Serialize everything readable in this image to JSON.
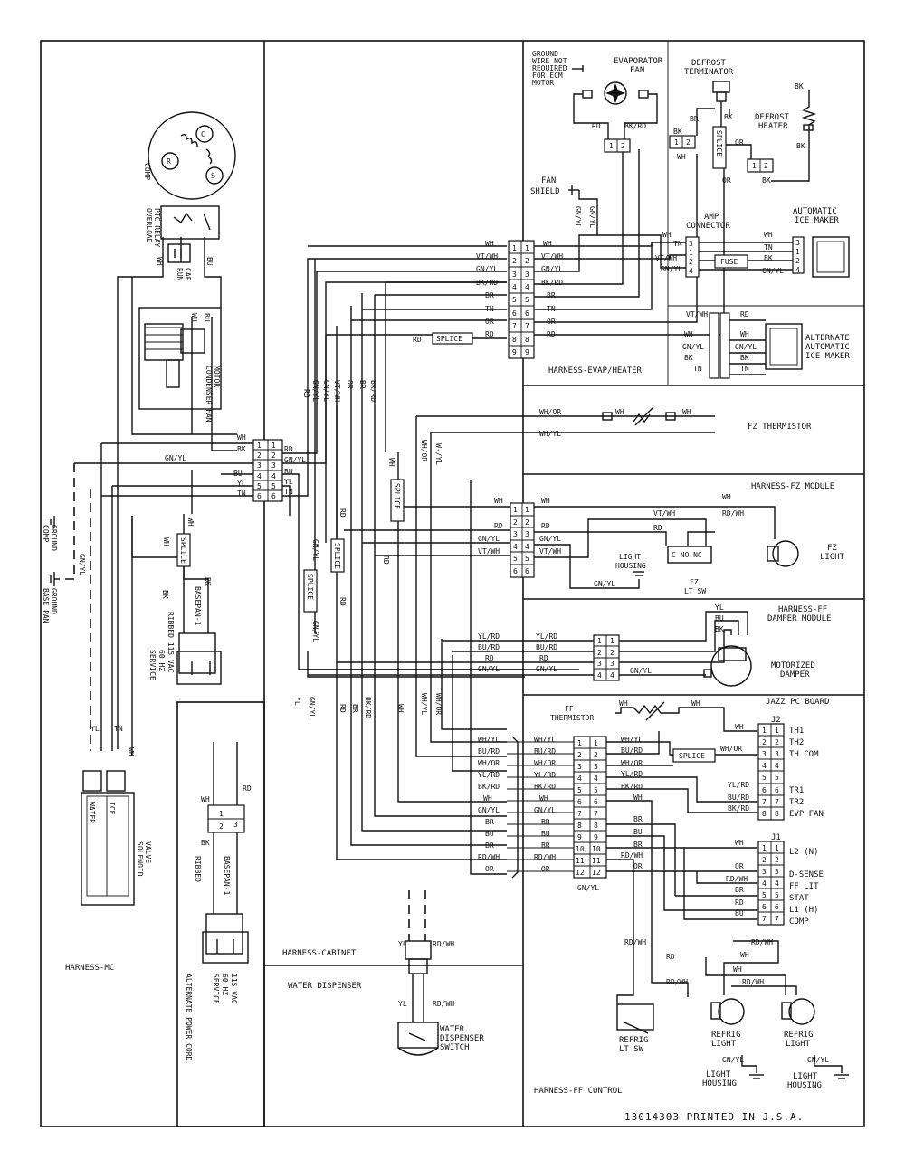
{
  "footer": {
    "part_number": "13014303  PRINTED  IN  J.S.A."
  },
  "sections": {
    "harness_evap_heater": "HARNESS-EVAP/HEATER",
    "fz_thermistor": "FZ THERMISTOR",
    "harness_fz_module": "HARNESS-FZ MODULE",
    "harness_ff_damper": [
      "HARNESS-FF",
      "DAMPER MODULE"
    ],
    "jazz_pc_board": "JAZZ PC BOARD",
    "harness_cabinet": "HARNESS-CABINET",
    "water_dispenser": "WATER DISPENSER",
    "harness_ff_control": "HARNESS-FF CONTROL",
    "harness_mc": "HARNESS-MC"
  },
  "components": {
    "comp": "COMP",
    "overload_relay": [
      "OVERLOAD",
      "PTC RELAY"
    ],
    "run_cap": [
      "RUN",
      "CAP"
    ],
    "condenser_fan_motor": [
      "CONDENSER FAN",
      "MOTOR"
    ],
    "comp_ground": [
      "COMP",
      "GROUND"
    ],
    "base_pan_ground": [
      "BASE PAN",
      "GROUND"
    ],
    "service_cord": [
      "BASEPAN-1",
      "RIBBED 115 VAC",
      "60 HZ",
      "SERVICE"
    ],
    "solenoid_valve": [
      "SOLENOID",
      "VALVE"
    ],
    "water": "WATER",
    "ice": "ICE",
    "alt_power_cord": [
      "BASEPAN-1",
      "RIBBED",
      "115 VAC",
      "60 HZ",
      "SERVICE",
      "ALTERNATE POWER CORD"
    ],
    "ground_note": [
      "GROUND",
      "WIRE NOT",
      "REQUIRED",
      "FOR ECM",
      "MOTOR"
    ],
    "evaporator_fan": [
      "EVAPORATOR",
      "FAN"
    ],
    "defrost_terminator": [
      "DEFROST",
      "TERMINATOR"
    ],
    "defrost_heater": [
      "DEFROST",
      "HEATER"
    ],
    "fan_shield": [
      "FAN",
      "SHIELD"
    ],
    "amp_connector": [
      "AMP",
      "CONNECTOR"
    ],
    "automatic_ice_maker": [
      "AUTOMATIC",
      "ICE MAKER"
    ],
    "alternate_ice_maker": [
      "ALTERNATE",
      "AUTOMATIC",
      "ICE MAKER"
    ],
    "fuse": "FUSE",
    "fz_light": [
      "FZ",
      "LIGHT"
    ],
    "fz_lt_sw": [
      "FZ",
      "LT SW"
    ],
    "light_housing": [
      "LIGHT",
      "HOUSING"
    ],
    "c_no_nc": "C NO NC",
    "motorized_damper": [
      "MOTORIZED",
      "DAMPER"
    ],
    "ff_thermistor": [
      "FF",
      "THERMISTOR"
    ],
    "water_dispenser_switch": [
      "WATER",
      "DISPENSER",
      "SWITCH"
    ],
    "refrig_lt_sw": [
      "REFRIG",
      "LT SW"
    ],
    "refrig_light_1": [
      "REFRIG",
      "LIGHT"
    ],
    "refrig_light_2": [
      "REFRIG",
      "LIGHT"
    ],
    "splice": "SPLICE"
  },
  "board": {
    "j2_label": "J2",
    "j1_label": "J1",
    "j2_pins": [
      "TH1",
      "TH2",
      "TH COM",
      "",
      "",
      "TR1",
      "TR2",
      "EVP FAN"
    ],
    "j1_pins": [
      "L2 (N)",
      "",
      "D-SENSE",
      "FF LIT",
      "STAT",
      "L1 (H)",
      "COMP"
    ]
  },
  "wires": {
    "evap_left": [
      "WH",
      "VT/WH",
      "GN/YL",
      "BK/RD",
      "BR",
      "TN",
      "OR",
      "RD",
      ""
    ],
    "evap_right": [
      "WH",
      "VT/WH",
      "GN/YL",
      "BK/RD",
      "BR",
      "TN",
      "OR",
      "RD",
      ""
    ],
    "mc_left": [
      "WH",
      "BK",
      "GN/YL",
      "BU",
      "YL",
      "TN"
    ],
    "mc_right": [
      "",
      "RD",
      "GN/YL",
      "BU",
      "YL",
      "TN"
    ],
    "fz_left": [
      "WH",
      "",
      "RD",
      "GN/YL",
      "VT/WH",
      ""
    ],
    "fz_right": [
      "WH",
      "",
      "RD",
      "GN/YL",
      "VT/WH",
      ""
    ],
    "damper_left": [
      "YL/RD",
      "BU/RD",
      "RD",
      "GN/YL"
    ],
    "damper_right": [
      "YL/RD",
      "BU/RD",
      "RD",
      "GN/YL"
    ],
    "ff_left": [
      "WH/YL",
      "BU/RD",
      "WH/OR",
      "YL/RD",
      "BK/RD",
      "WH",
      "GN/YL",
      "BR",
      "BU",
      "BR",
      "RD/WH",
      "OR"
    ],
    "ff_right": [
      "WH/YL",
      "BU/RD",
      "WH/OR",
      "YL/RD",
      "BK/RD",
      "WH",
      "GN/YL",
      "BR",
      "BU",
      "BR",
      "RD/WH",
      "OR"
    ]
  }
}
